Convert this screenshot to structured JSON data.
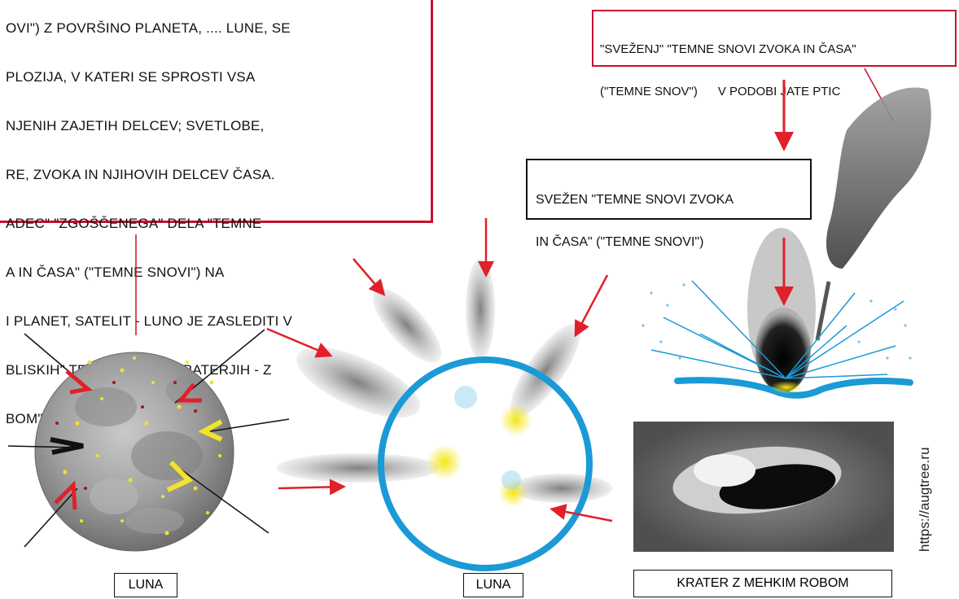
{
  "main_text": {
    "lines": [
      "OVI\") Z POVRŠINO PLANETA, .... LUNE, SE",
      "PLOZIJA, V KATERI SE SPROSTI VSA",
      "NJENIH ZAJETIH DELCEV; SVETLOBE,",
      "RE, ZVOKA IN NJIHOVIH DELCEV ČASA.",
      "ADEC\" \"ZGOŠČENEGA\" DELA \"TEMNE",
      "A IN ČASA\" (\"TEMNE SNOVI\") NA",
      "I PLANET, SATELIT - LUNO JE ZASLEDITI V",
      "BLISKIH\" TER NASTALIH KRATERJIH - Z",
      "BOM\"."
    ]
  },
  "bundle_label": {
    "line1": "\"SVEŽENJ\" \"TEMNE SNOVI ZVOKA IN ČASA\"",
    "line2": "(\"TEMNE SNOV\")      V PODOBI JATE PTIC"
  },
  "bundle_label_2": {
    "line1": "SVEŽEN \"TEMNE SNOVI ZVOKA",
    "line2": "IN ČASA\" (\"TEMNE SNOVI\")"
  },
  "labels": {
    "luna_left": "LUNA",
    "luna_center": "LUNA",
    "crater": "KRATER Z MEHKIM ROBOM"
  },
  "watermark": "https://augtree.ru",
  "colors": {
    "red": "#e0202a",
    "frame_red": "#c8102e",
    "blue": "#1a9ad6",
    "yellow": "#f2e32a",
    "gray": "#8a8a8a"
  }
}
